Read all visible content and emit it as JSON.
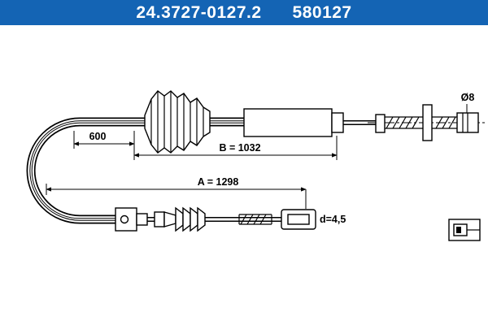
{
  "header": {
    "part_number": "24.3727-0127.2",
    "ref_number": "580127"
  },
  "colors": {
    "header_bg": "#1464b4",
    "header_text": "#ffffff",
    "line": "#000000"
  },
  "labels": {
    "dim_600": "600",
    "dim_b": "B = 1032",
    "dim_a": "A = 1298",
    "dim_d": "d=4,5",
    "dim_diameter": "Ø8"
  }
}
